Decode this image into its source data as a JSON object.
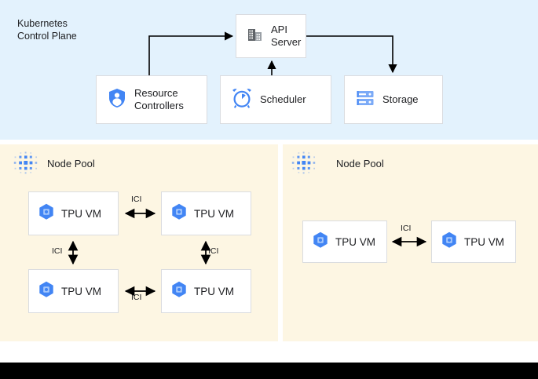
{
  "diagram": {
    "title": "GKE TPU Node Pool Architecture",
    "background": "#ffffff"
  },
  "control_plane": {
    "title": "Kubernetes\nControl Plane",
    "background_color": "#e3f2fd",
    "components": [
      {
        "id": "api-server",
        "label": "API\nServer",
        "icon": "building-icon",
        "icon_color": "#5f6368"
      },
      {
        "id": "resource-controllers",
        "label": "Resource\nControllers",
        "icon": "shield-user-icon",
        "icon_color": "#4285f4"
      },
      {
        "id": "scheduler",
        "label": "Scheduler",
        "icon": "alarm-clock-icon",
        "icon_color": "#4285f4"
      },
      {
        "id": "storage",
        "label": "Storage",
        "icon": "server-stack-icon",
        "icon_color": "#4285f4"
      }
    ],
    "connections": [
      {
        "from": "resource-controllers",
        "to": "api-server",
        "direction": "one-way"
      },
      {
        "from": "scheduler",
        "to": "api-server",
        "direction": "one-way"
      },
      {
        "from": "api-server",
        "to": "storage",
        "direction": "one-way"
      }
    ]
  },
  "node_pools": [
    {
      "id": "node-pool-left",
      "title": "Node Pool",
      "background_color": "#fdf6e3",
      "icon": "cluster-dots-icon",
      "icon_color": "#4285f4",
      "vms": [
        {
          "id": "vm-tl",
          "label": "TPU VM",
          "icon": "tpu-hexagon-icon"
        },
        {
          "id": "vm-tr",
          "label": "TPU VM",
          "icon": "tpu-hexagon-icon"
        },
        {
          "id": "vm-bl",
          "label": "TPU VM",
          "icon": "tpu-hexagon-icon"
        },
        {
          "id": "vm-br",
          "label": "TPU VM",
          "icon": "tpu-hexagon-icon"
        }
      ],
      "links": [
        {
          "from": "vm-tl",
          "to": "vm-tr",
          "label": "ICI",
          "direction": "bidirectional",
          "orientation": "horizontal"
        },
        {
          "from": "vm-bl",
          "to": "vm-br",
          "label": "ICI",
          "direction": "bidirectional",
          "orientation": "horizontal"
        },
        {
          "from": "vm-tl",
          "to": "vm-bl",
          "label": "ICI",
          "direction": "bidirectional",
          "orientation": "vertical"
        },
        {
          "from": "vm-tr",
          "to": "vm-br",
          "label": "ICI",
          "direction": "bidirectional",
          "orientation": "vertical"
        }
      ]
    },
    {
      "id": "node-pool-right",
      "title": "Node Pool",
      "background_color": "#fdf6e3",
      "icon": "cluster-dots-icon",
      "icon_color": "#4285f4",
      "vms": [
        {
          "id": "vm-r-l",
          "label": "TPU VM",
          "icon": "tpu-hexagon-icon"
        },
        {
          "id": "vm-r-r",
          "label": "TPU VM",
          "icon": "tpu-hexagon-icon"
        }
      ],
      "links": [
        {
          "from": "vm-r-l",
          "to": "vm-r-r",
          "label": "ICI",
          "direction": "bidirectional",
          "orientation": "horizontal"
        }
      ]
    }
  ],
  "colors": {
    "control_plane_bg": "#e3f2fd",
    "node_pool_bg": "#fdf6e3",
    "box_bg": "#ffffff",
    "box_border": "#dadce0",
    "accent_blue": "#4285f4",
    "icon_gray": "#5f6368",
    "text": "#202124",
    "connector": "#000000",
    "bottom_bar": "#000000"
  }
}
